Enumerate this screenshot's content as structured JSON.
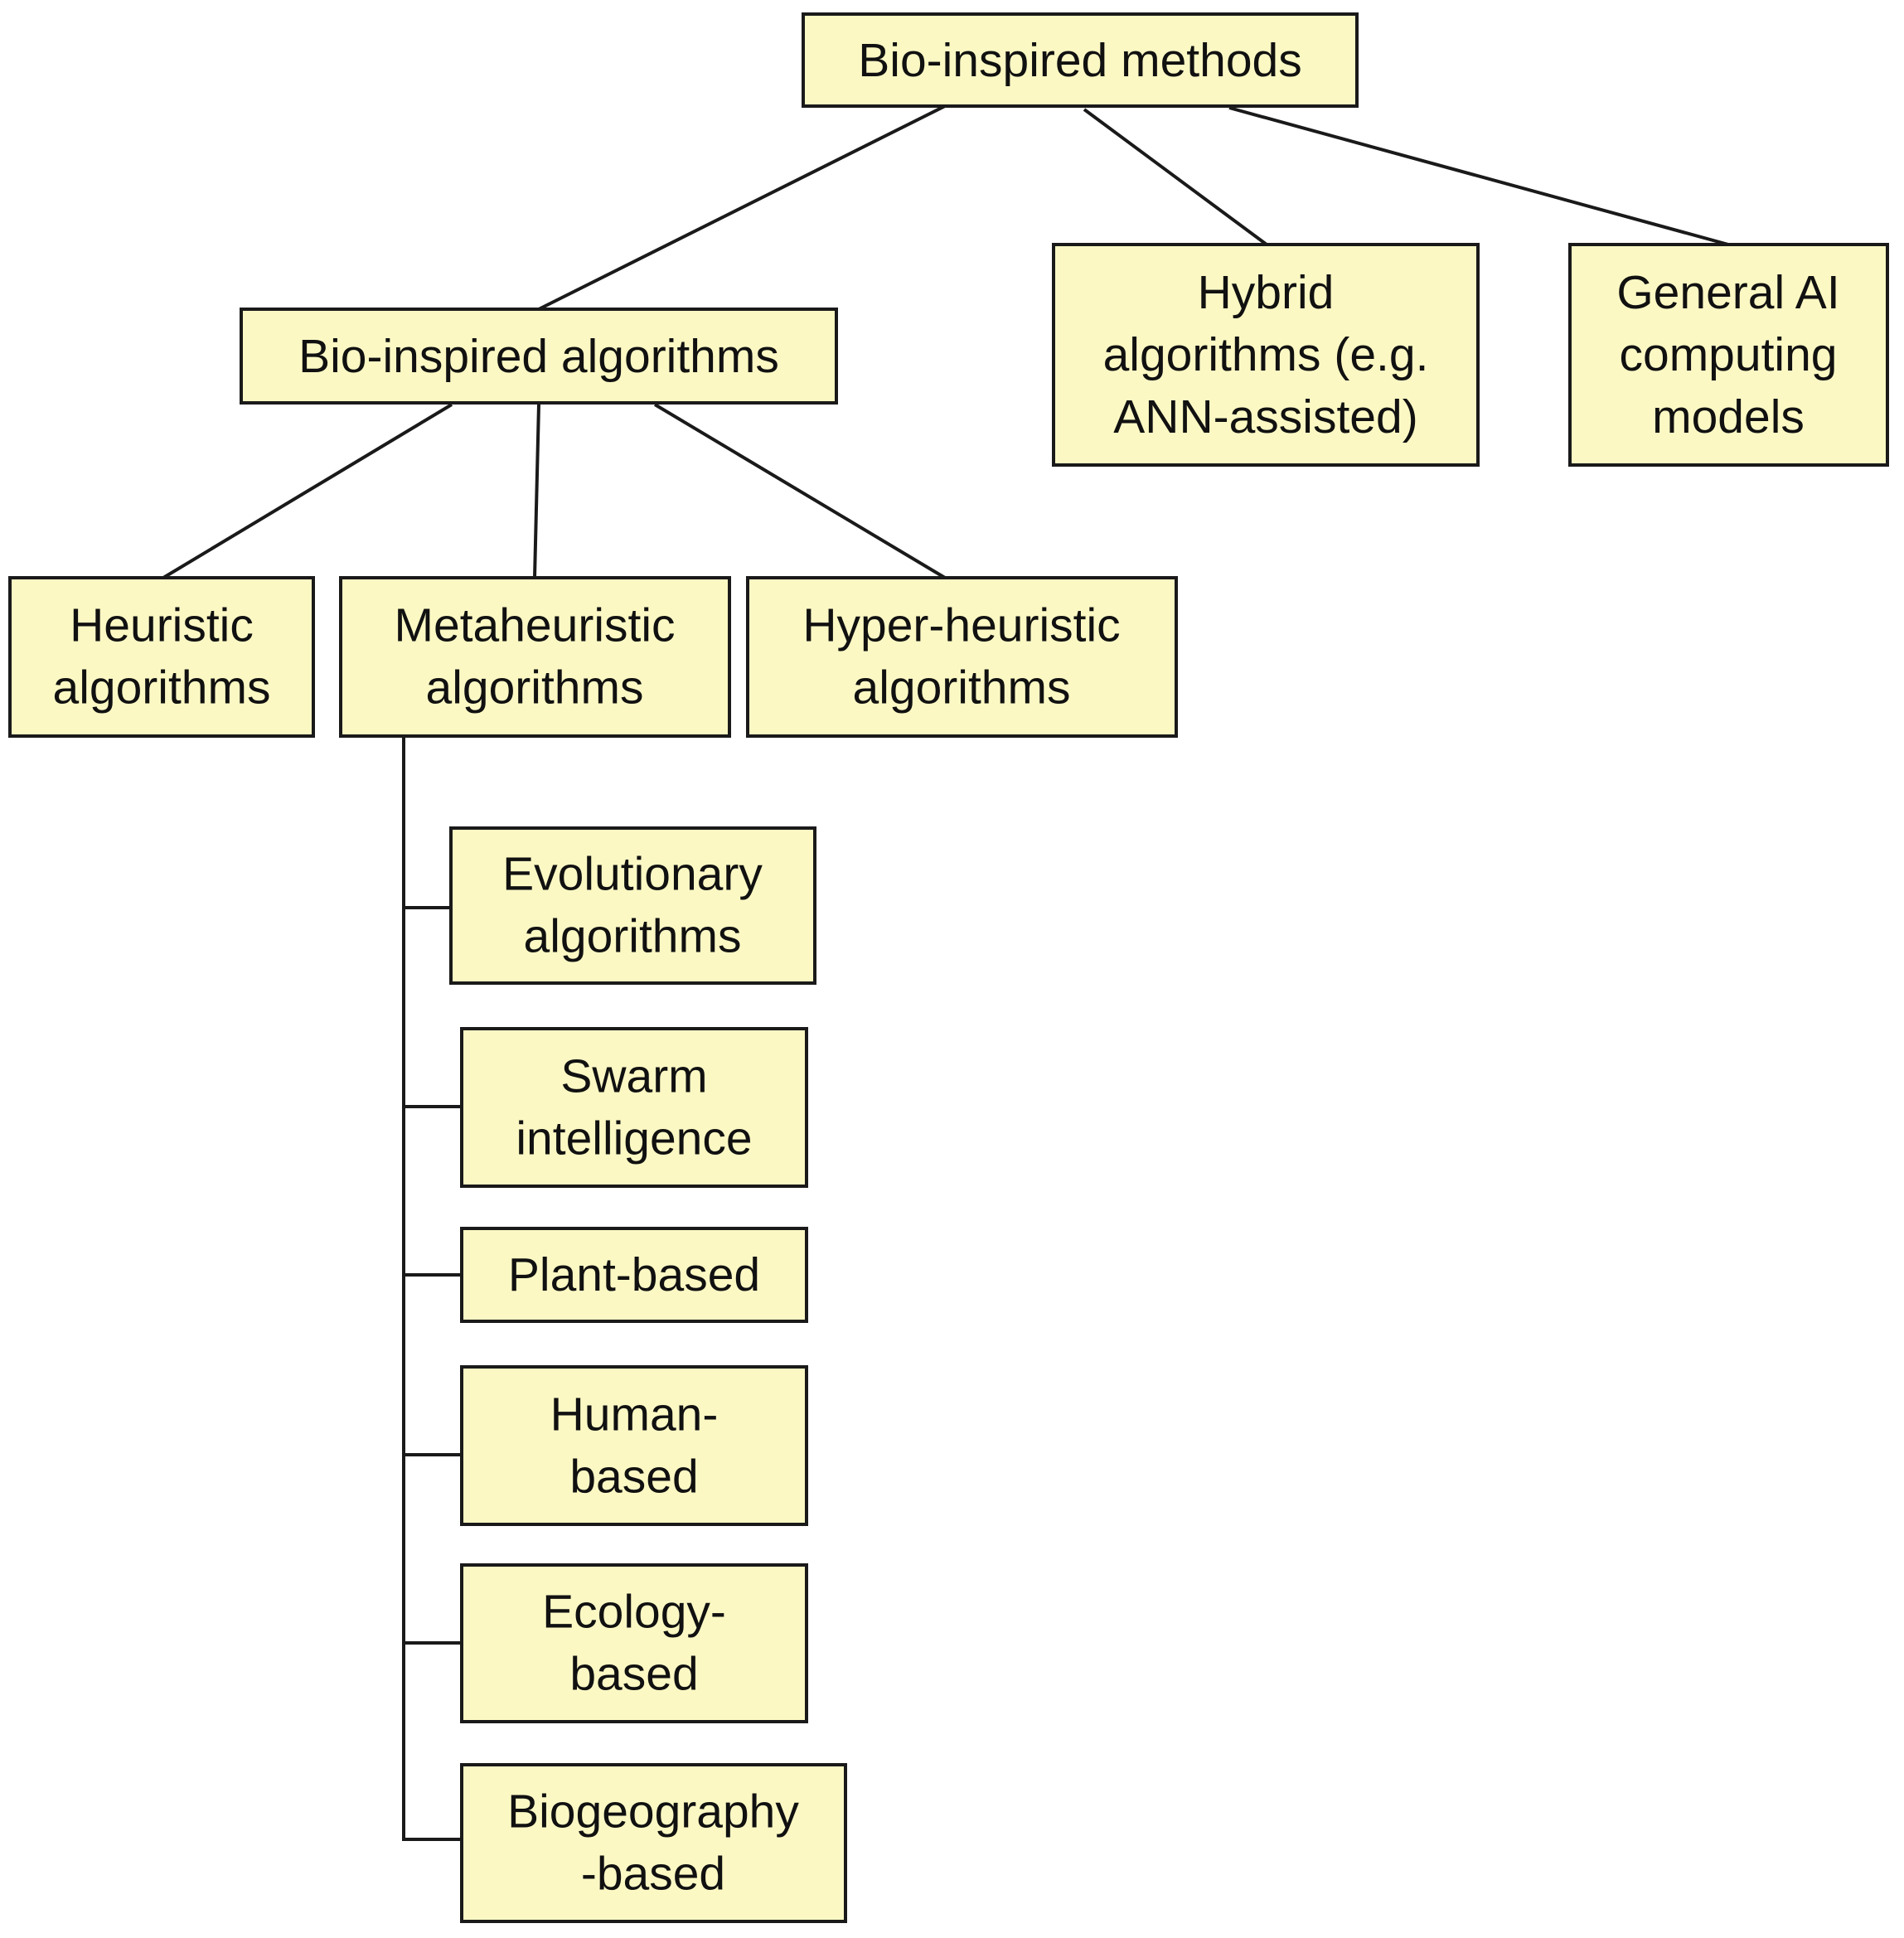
{
  "diagram": {
    "root": {
      "label": [
        "Bio-inspired methods"
      ]
    },
    "level1": {
      "bio_algorithms": {
        "label": [
          "Bio-inspired algorithms"
        ]
      },
      "hybrid": {
        "label": [
          "Hybrid",
          "algorithms (e.g.",
          "ANN-assisted)"
        ]
      },
      "general_ai": {
        "label": [
          "General AI",
          "computing",
          "models"
        ]
      }
    },
    "level2": {
      "heuristic": {
        "label": [
          "Heuristic",
          "algorithms"
        ]
      },
      "metaheuristic": {
        "label": [
          "Metaheuristic",
          "algorithms"
        ]
      },
      "hyper_heuristic": {
        "label": [
          "Hyper-heuristic",
          "algorithms"
        ]
      }
    },
    "metaheuristic_children": [
      {
        "label": [
          "Evolutionary",
          "algorithms"
        ]
      },
      {
        "label": [
          "Swarm",
          "intelligence"
        ]
      },
      {
        "label": [
          "Plant-based"
        ]
      },
      {
        "label": [
          "Human-",
          "based"
        ]
      },
      {
        "label": [
          "Ecology-",
          "based"
        ]
      },
      {
        "label": [
          "Biogeography",
          "-based"
        ]
      }
    ]
  },
  "colors": {
    "box_fill": "#fbf8c4",
    "stroke": "#1a1a1a",
    "text": "#111111"
  }
}
